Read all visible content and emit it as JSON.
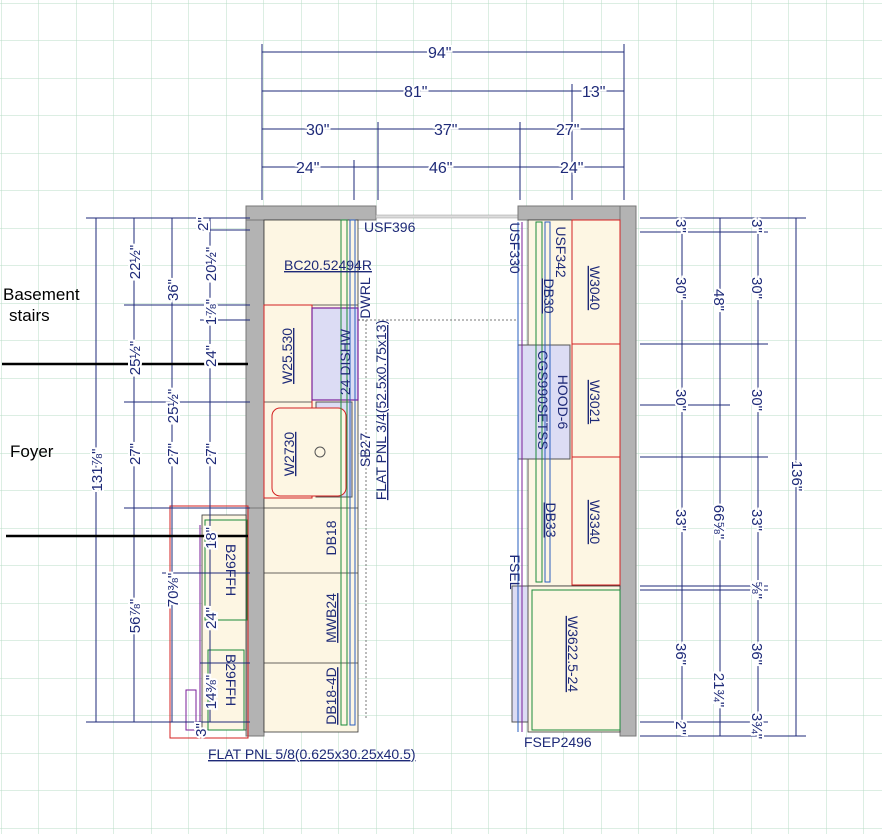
{
  "notes": {
    "basement": "Basement",
    "stairs": "stairs",
    "foyer": "Foyer"
  },
  "dims_top": {
    "overall": "94\"",
    "row2_left": "81\"",
    "row2_right": "13\"",
    "row3_left": "30\"",
    "row3_mid": "37\"",
    "row3_right": "27\"",
    "row4_left": "24\"",
    "row4_mid": "46\"",
    "row4_right": "24\""
  },
  "dims_left": {
    "total": "131⅞\"",
    "a1": "22½\"",
    "a2": "25½\"",
    "a3": "27\"",
    "a4": "56⅞\"",
    "b1": "36\"",
    "b2": "25½\"",
    "b3": "27\"",
    "b4": "70⅜\"",
    "c1": "20½\"",
    "c2": "1⅞\"",
    "c3": "24\"",
    "c4": "27\"",
    "c5": "18\"",
    "c6": "24\"",
    "c7": "14⅜\"",
    "c8": "3\"",
    "c9": "2\""
  },
  "dims_right": {
    "total": "136\"",
    "a1": "3\"",
    "a2": "30\"",
    "a3": "30\"",
    "a4": "33\"",
    "a5": "36\"",
    "a6": "2\"",
    "b1": "48\"",
    "b2": "66⅝\"",
    "b3": "21¾\"",
    "c1": "3\"",
    "c2": "30\"",
    "c3": "30\"",
    "c4": "33\"",
    "c5": "⅝\"",
    "c6": "36\"",
    "c7": "3¾\""
  },
  "cabinets": {
    "usf396": "USF396",
    "bc20": "BC20.52494R",
    "dwrl": "DWRL",
    "dishw": "24 DISHW",
    "w25530": "W25.530",
    "w2730": "W2730",
    "sb27": "SB27",
    "flat_pnl_34": "FLAT PNL 3/4(52.5x0.75x13)",
    "db18": "DB18",
    "mwb24": "MWB24",
    "db18_4d": "DB18-4D",
    "b29ffh_1": "B29FFH",
    "b29ffh_2": "B29FFH",
    "flat_pnl_58": "FLAT PNL 5/8(0.625x30.25x40.5)",
    "usf330": "USF330",
    "usf342": "USF342",
    "db30": "DB30",
    "w3040": "W3040",
    "cgs990": "CGS990SETSS",
    "hood": "HOOD-6",
    "w3021": "W3021",
    "db33": "DB33",
    "w3340": "W3340",
    "fsel": "FSEL",
    "w3622": "W3622.5-24",
    "fsep": "FSEP2496"
  }
}
